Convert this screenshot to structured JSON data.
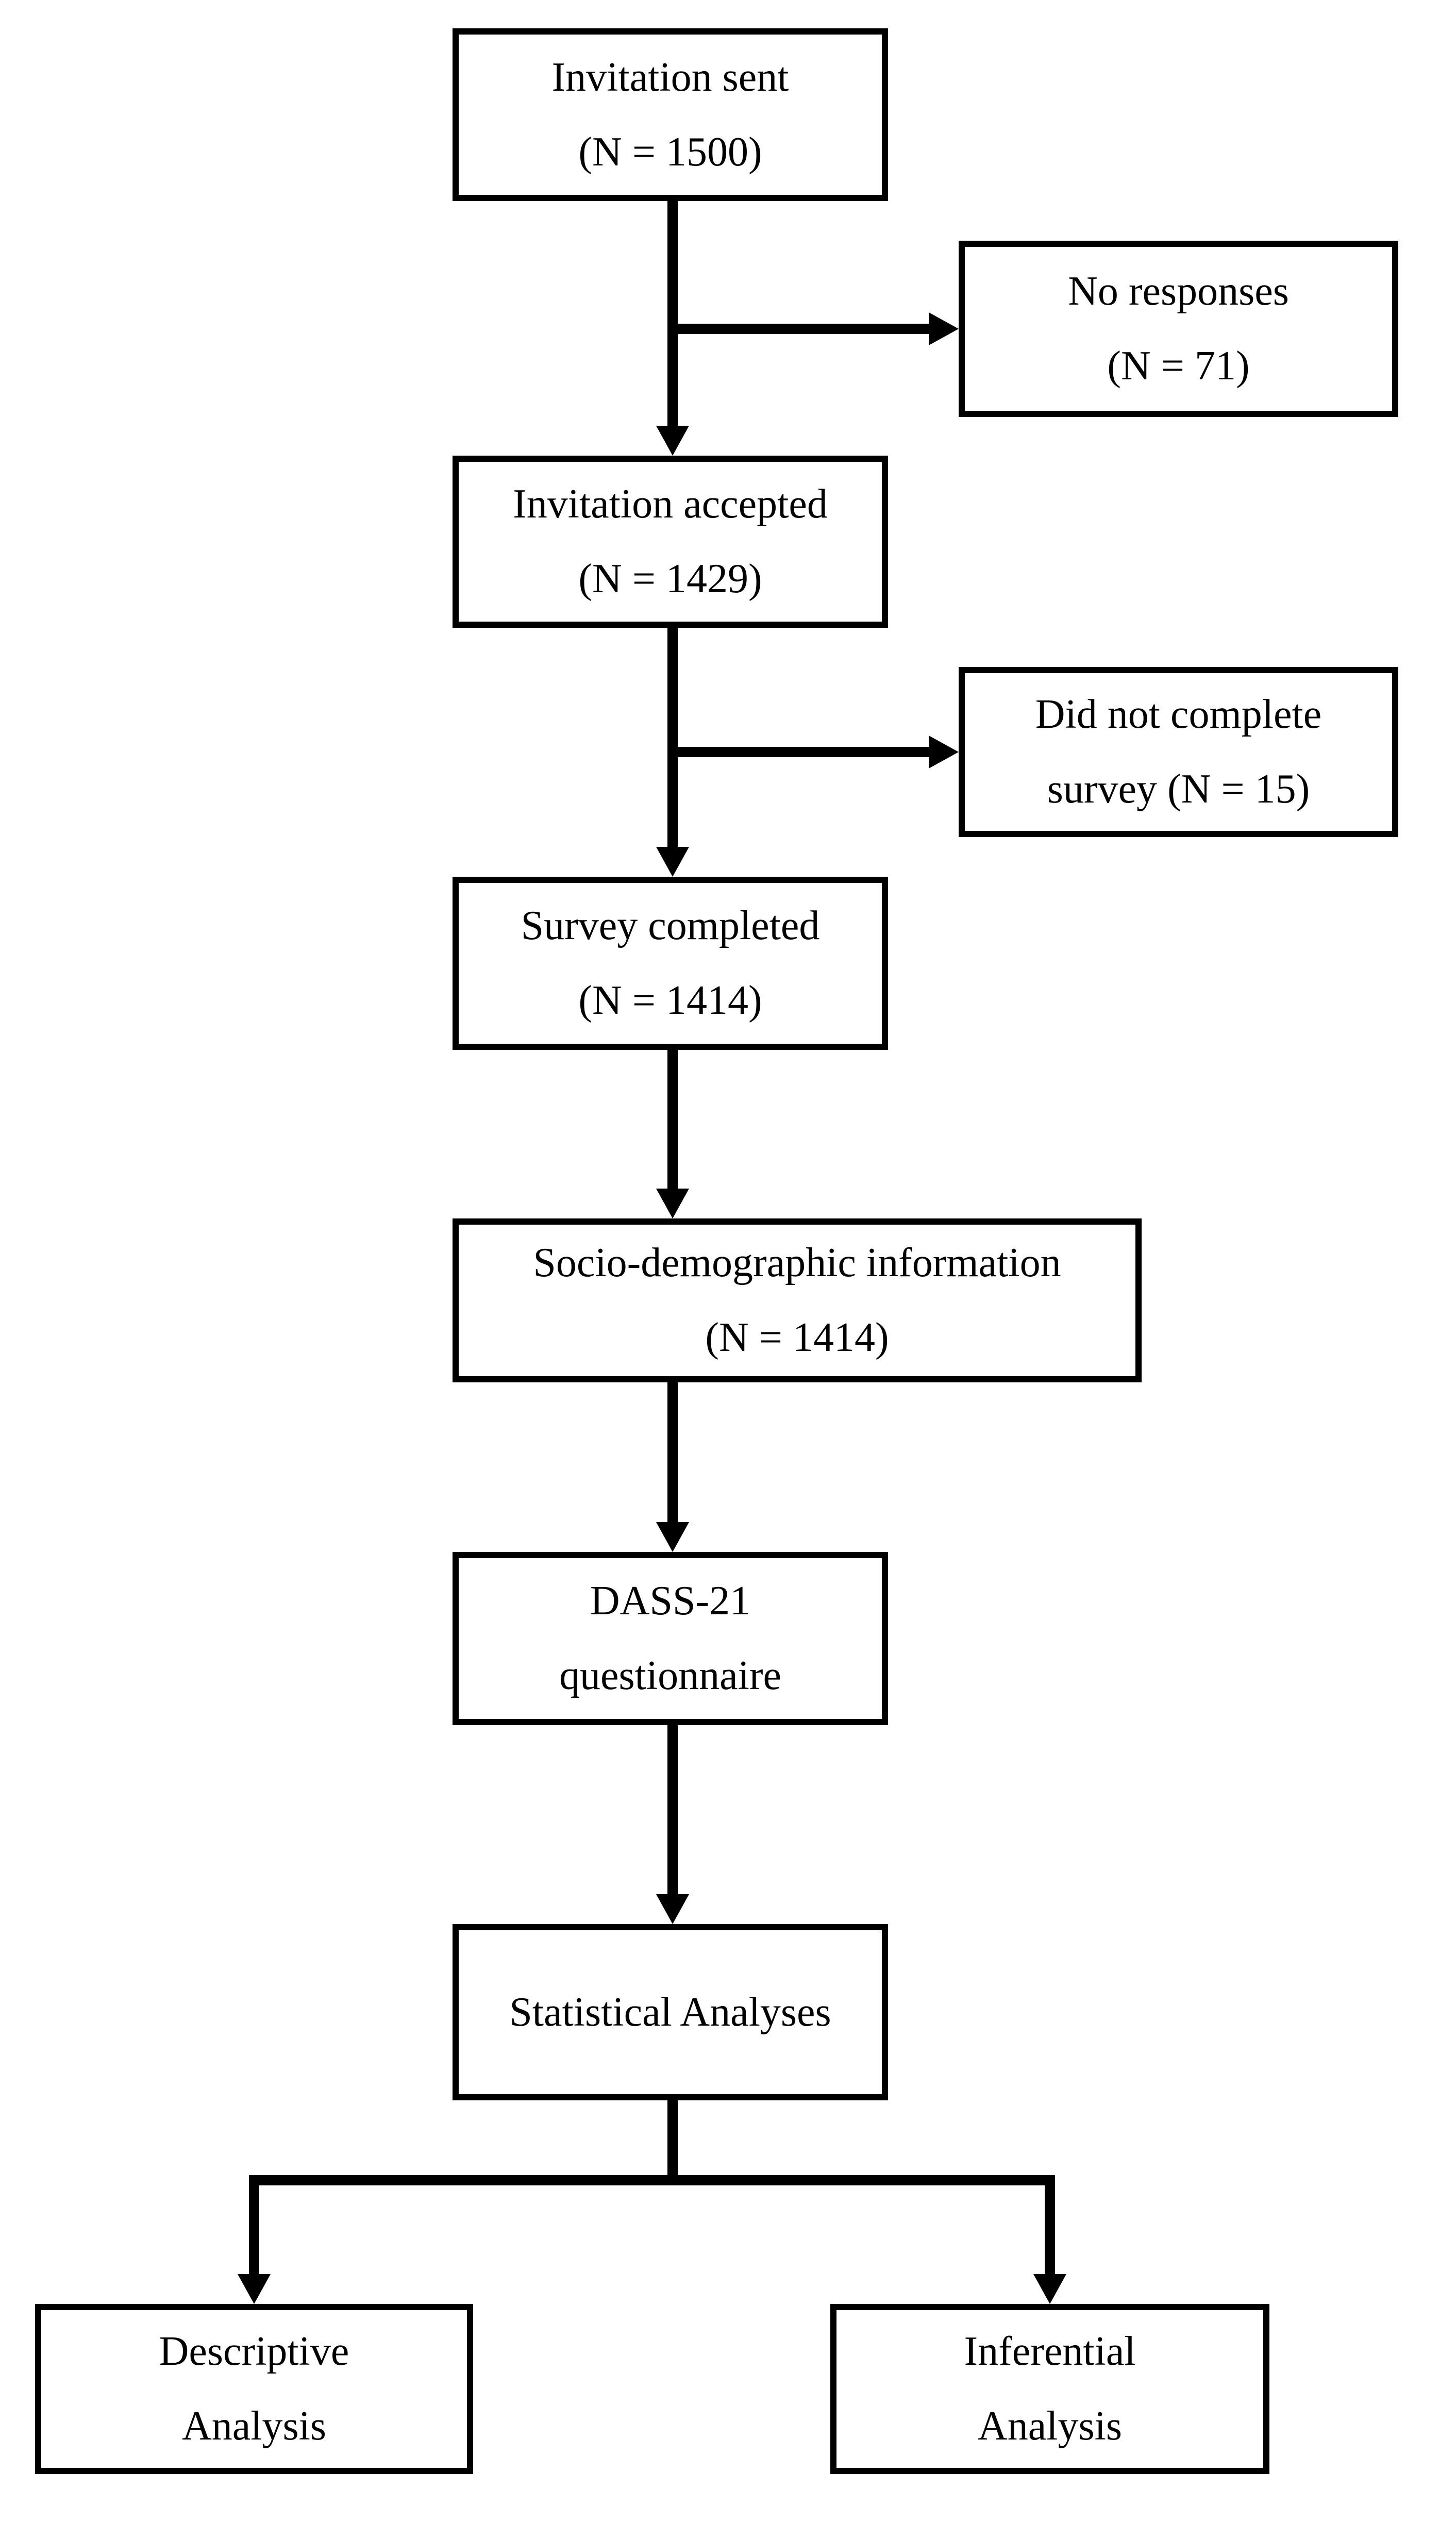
{
  "diagram": {
    "background_color": "#ffffff",
    "line_color": "#000000",
    "nodes": {
      "invitation_sent": {
        "lines": [
          "Invitation sent",
          "(N = 1500)"
        ]
      },
      "no_responses": {
        "lines": [
          "No responses",
          "(N = 71)"
        ]
      },
      "invitation_accepted": {
        "lines": [
          "Invitation accepted",
          "(N = 1429)"
        ]
      },
      "did_not_complete_survey": {
        "lines": [
          "Did not complete",
          "survey (N = 15)"
        ]
      },
      "survey_completed": {
        "lines": [
          "Survey completed",
          "(N = 1414)"
        ]
      },
      "socio_demographic_information": {
        "lines": [
          "Socio-demographic information",
          "(N = 1414)"
        ]
      },
      "dass_21_questionnaire": {
        "lines": [
          "DASS-21",
          "questionnaire"
        ]
      },
      "statistical_analyses": {
        "lines": [
          "Statistical Analyses"
        ]
      },
      "descriptive_analysis": {
        "lines": [
          "Descriptive",
          "Analysis"
        ]
      },
      "inferential_analysis": {
        "lines": [
          "Inferential",
          "Analysis"
        ]
      }
    },
    "edges": [
      {
        "from": "Invitation sent",
        "to": "Invitation accepted",
        "type": "arrow-down"
      },
      {
        "from": "Invitation sent",
        "to": "No responses",
        "type": "arrow-right-branch"
      },
      {
        "from": "Invitation accepted",
        "to": "Survey completed",
        "type": "arrow-down"
      },
      {
        "from": "Invitation accepted",
        "to": "Did not complete survey",
        "type": "arrow-right-branch"
      },
      {
        "from": "Survey completed",
        "to": "Socio-demographic information",
        "type": "arrow-down"
      },
      {
        "from": "Socio-demographic information",
        "to": "DASS-21 questionnaire",
        "type": "arrow-down"
      },
      {
        "from": "DASS-21 questionnaire",
        "to": "Statistical Analyses",
        "type": "arrow-down"
      },
      {
        "from": "Statistical Analyses",
        "to": "Descriptive Analysis",
        "type": "arrow-down-branch"
      },
      {
        "from": "Statistical Analyses",
        "to": "Inferential Analysis",
        "type": "arrow-down-branch"
      }
    ]
  }
}
